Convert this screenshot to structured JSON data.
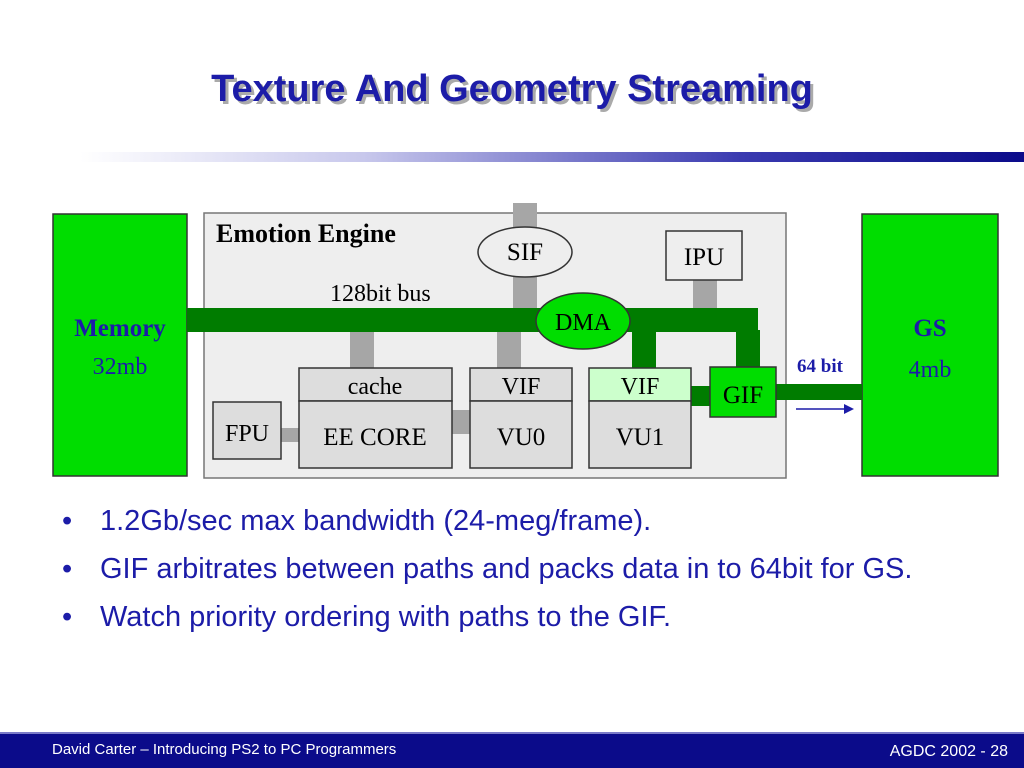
{
  "slide": {
    "title": "Texture And Geometry Streaming"
  },
  "diagram": {
    "memory": {
      "label": "Memory",
      "size": "32mb"
    },
    "gs": {
      "label": "GS",
      "size": "4mb"
    },
    "emotion_engine": {
      "label": "Emotion Engine"
    },
    "bus_label": "128bit bus",
    "sif": "SIF",
    "ipu": "IPU",
    "dma": "DMA",
    "cache": "cache",
    "ee_core": "EE CORE",
    "vif0": "VIF",
    "vu0": "VU0",
    "vif1": "VIF",
    "vu1": "VU1",
    "fpu": "FPU",
    "gif": "GIF",
    "gif_bus_label": "64 bit",
    "colors": {
      "green": "#00dd00",
      "bus_green": "#007c00",
      "gray_link": "#a6a6a6",
      "ee_fill": "#eeeeee",
      "box_fill": "#dddddd",
      "vif1_fill": "#ccffcc",
      "title_blue": "#1c1ca8",
      "footer_navy": "#0b0b8a"
    }
  },
  "bullets": [
    "1.2Gb/sec max bandwidth (24-meg/frame).",
    "GIF arbitrates between paths and packs data in to 64bit for GS.",
    "Watch priority ordering with paths to the GIF."
  ],
  "footer": {
    "left": "David Carter – Introducing PS2 to PC Programmers",
    "right": "AGDC 2002 - 28"
  }
}
